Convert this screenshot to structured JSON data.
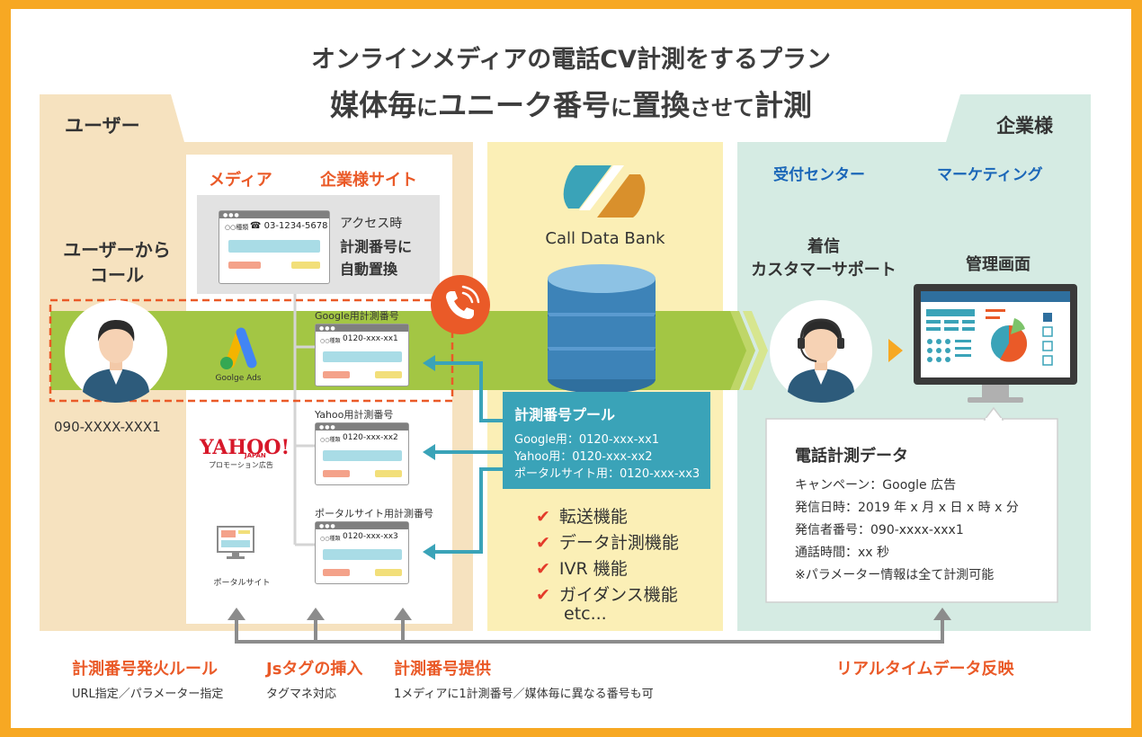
{
  "title": {
    "line1": "オンラインメディアの電話CV計測をするプラン",
    "line2_a": "媒体毎",
    "line2_b": "に",
    "line2_c": "ユニーク番号",
    "line2_d": "に",
    "line2_e": "置換",
    "line2_f": "させて",
    "line2_g": "計測"
  },
  "user_panel": {
    "header": "ユーザー",
    "call_line1": "ユーザーから",
    "call_line2": "コール",
    "phone": "090-XXXX-XXX1"
  },
  "media_panel": {
    "media_heading": "メディア",
    "site_heading": "企業様サイト",
    "site_card": {
      "label": "○○種類",
      "phone": "☎ 03-1234-5678"
    },
    "auto_replace_1": "アクセス時",
    "auto_replace_2": "計測番号に",
    "auto_replace_3": "自動置換",
    "google_logo_text": "Goolge Ads",
    "yahoo_logo_main": "YAHOO!",
    "yahoo_logo_sub1": "JAPAN",
    "yahoo_logo_sub2": "プロモーション広告",
    "portal_label": "ポータルサイト",
    "cards": [
      {
        "heading": "Google用計測番号",
        "label": "○○種類",
        "number": "0120-xxx-xx1"
      },
      {
        "heading": "Yahoo用計測番号",
        "label": "○○種類",
        "number": "0120-xxx-xx2"
      },
      {
        "heading": "ポータルサイト用計測番号",
        "label": "○○種類",
        "number": "0120-xxx-xx3"
      }
    ]
  },
  "cdb_panel": {
    "brand": "Call Data Bank",
    "pool_title": "計測番号プール",
    "pool_lines": [
      "Google用：0120-xxx-xx1",
      "Yahoo用：0120-xxx-xx2",
      "ポータルサイト用：0120-xxx-xx3"
    ],
    "features": [
      "転送機能",
      "データ計測機能",
      "IVR 機能",
      "ガイダンス機能"
    ],
    "features_more": "etc...",
    "check_mark": "✔"
  },
  "company_panel": {
    "header": "企業様",
    "reception": "受付センター",
    "marketing": "マーケティング",
    "incoming_1": "着信",
    "incoming_2": "カスタマーサポート",
    "admin_screen": "管理画面",
    "data_title": "電話計測データ",
    "data_lines": [
      "キャンペーン：Google 広告",
      "発信日時：2019 年 x 月 x 日 x 時 x 分",
      "発信者番号：090-xxxx-xxx1",
      "通話時間：xx 秒",
      "※パラメーター情報は全て計測可能"
    ]
  },
  "bottom": {
    "rule_title": "計測番号発火ルール",
    "rule_desc": "URL指定／パラメーター指定",
    "tag_title": "Jsタグの挿入",
    "tag_desc": "タグマネ対応",
    "provide_title": "計測番号提供",
    "provide_desc": "1メディアに1計測番号／媒体毎に異なる番号も可",
    "realtime_title": "リアルタイムデータ反映"
  },
  "colors": {
    "accent_orange": "#ea5a28",
    "heading_blue": "#1a66b8",
    "band_green": "#a3c644",
    "pool_teal": "#3aa3b8",
    "frame_orange": "#f7a823"
  }
}
